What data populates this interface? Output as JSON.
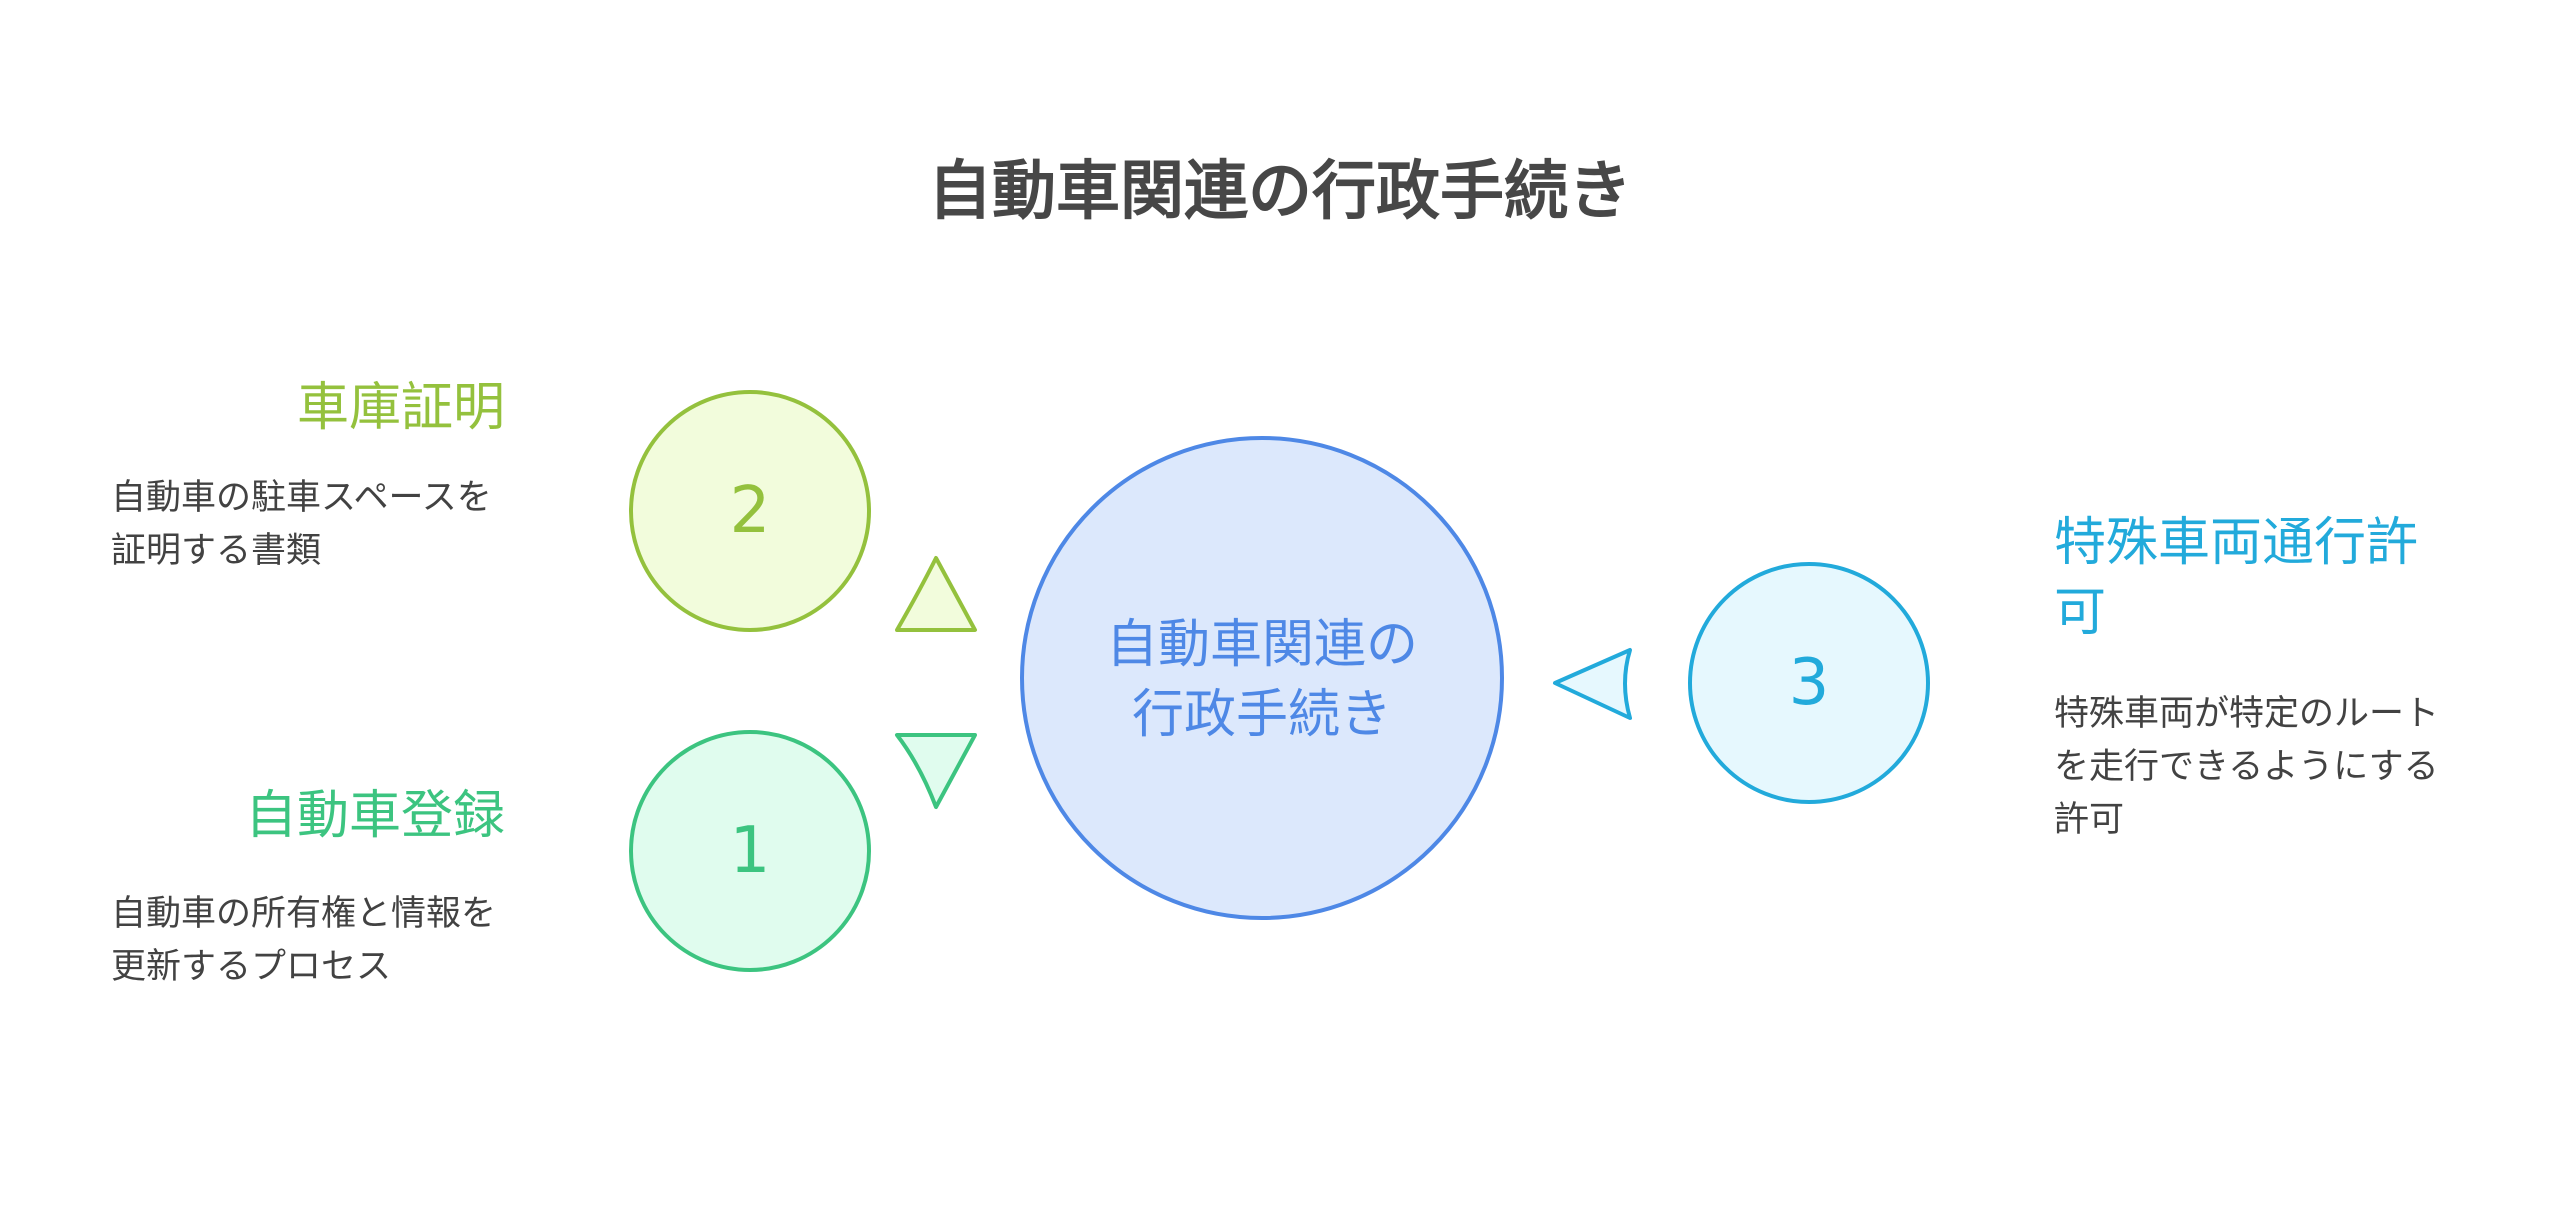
{
  "title": "自動車関連の行政手続き",
  "center": {
    "label": "自動車関連の行政手続き"
  },
  "items": [
    {
      "number": "1",
      "heading": "自動車登録",
      "description": "自動車の所有権と情報を更新するプロセス"
    },
    {
      "number": "2",
      "heading": "車庫証明",
      "description": "自動車の駐車スペースを証明する書類"
    },
    {
      "number": "3",
      "heading": "特殊車両通行許可",
      "description": "特殊車両が特定のルートを走行できるようにする許可"
    }
  ],
  "colors": {
    "item1": "#3cc480",
    "item1_fill": "#e0fcee",
    "item2": "#94c13d",
    "item2_fill": "#f2fcdc",
    "item3": "#22aadb",
    "item3_fill": "#e6f8fe",
    "center": "#4e88e6",
    "center_fill": "#dce8fc"
  }
}
